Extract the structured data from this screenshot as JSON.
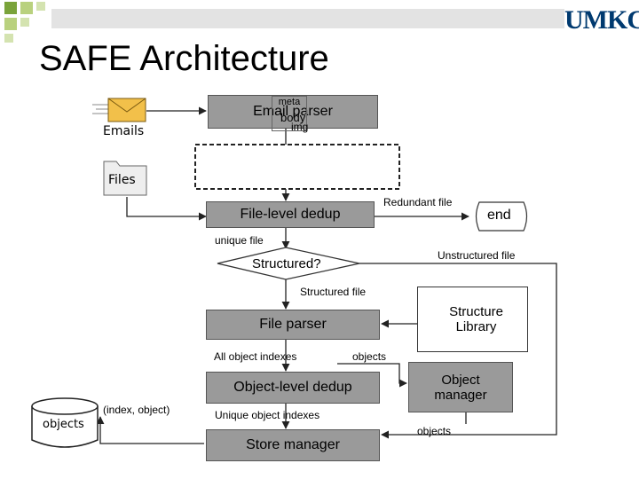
{
  "slide": {
    "title": "SAFE Architecture",
    "logo": "UMKC"
  },
  "inputs": {
    "emails_label": "Emails",
    "files_label": "Files"
  },
  "email_parser": {
    "label": "Email parser",
    "overlap_meta": "meta",
    "overlap_body": "body",
    "overlap_img": "img"
  },
  "nodes": {
    "file_level_dedup": "File-level dedup",
    "end": "end",
    "structured": "Structured?",
    "file_parser": "File parser",
    "structure_library_1": "Structure",
    "structure_library_2": "Library",
    "object_level_dedup": "Object-level dedup",
    "object_manager_1": "Object",
    "object_manager_2": "manager",
    "store_manager": "Store manager",
    "objects_db": "objects"
  },
  "edges": {
    "redundant_file": "Redundant file",
    "unique_file": "unique file",
    "unstructured_file": "Unstructured file",
    "structured_file": "Structured  file",
    "all_object_indexes": "All  object indexes",
    "objects_1": "objects",
    "index_object": "(index, object)",
    "unique_object_indexes": "Unique object indexes",
    "objects_2": "objects"
  }
}
